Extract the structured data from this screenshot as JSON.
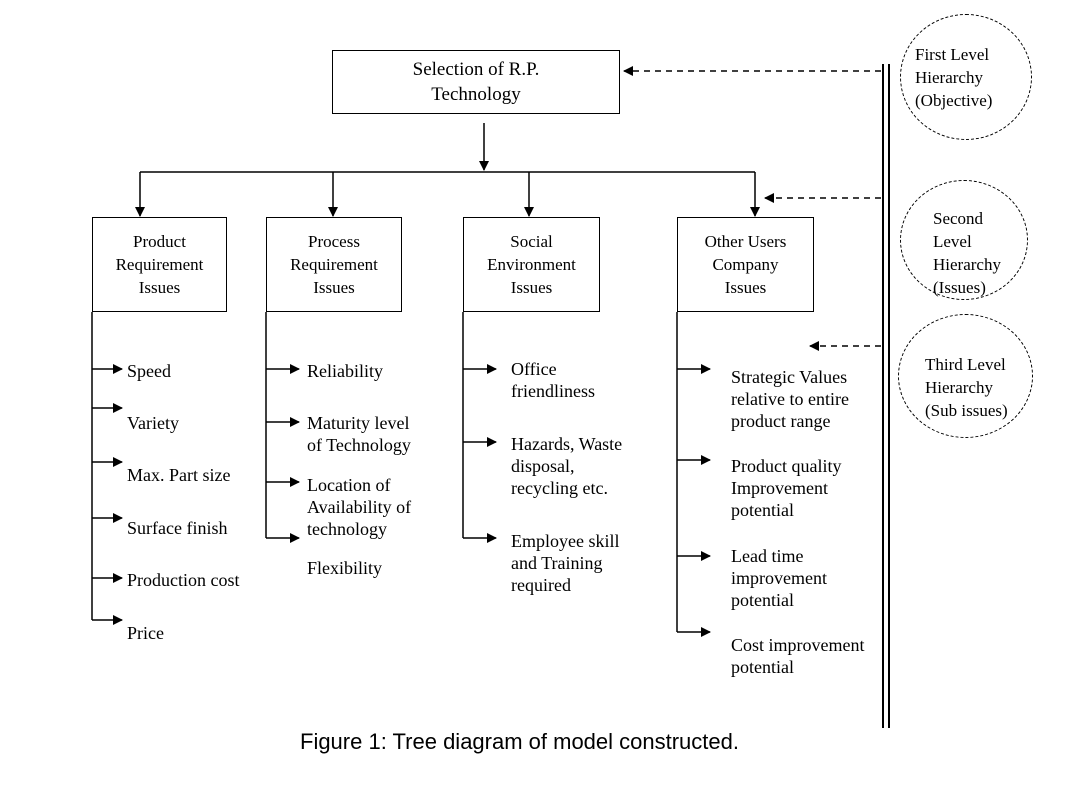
{
  "root": {
    "label": "Selection of R.P.\nTechnology"
  },
  "groups": [
    {
      "label": "Product\nRequirement\nIssues",
      "items": [
        "Speed",
        "Variety",
        "Max. Part size",
        "Surface finish",
        "Production cost",
        "Price"
      ]
    },
    {
      "label": "Process\nRequirement\nIssues",
      "items": [
        "Reliability",
        "Maturity level\nof Technology",
        "Location of\nAvailability of\ntechnology",
        "Flexibility"
      ]
    },
    {
      "label": "Social\nEnvironment\nIssues",
      "items": [
        "Office\nfriendliness",
        "Hazards, Waste\ndisposal,\nrecycling etc.",
        "Employee skill\nand Training\nrequired"
      ]
    },
    {
      "label": "Other Users\nCompany\nIssues",
      "items": [
        "Strategic Values\nrelative to entire\nproduct range",
        "Product quality\nImprovement\npotential",
        "Lead time\nimprovement\npotential",
        "Cost improvement\npotential"
      ]
    }
  ],
  "legend": [
    {
      "label": "First Level\nHierarchy\n(Objective)"
    },
    {
      "label": "Second\nLevel\nHierarchy\n(Issues)"
    },
    {
      "label": "Third Level\nHierarchy\n(Sub issues)"
    }
  ],
  "caption": "Figure 1: Tree diagram of model constructed."
}
